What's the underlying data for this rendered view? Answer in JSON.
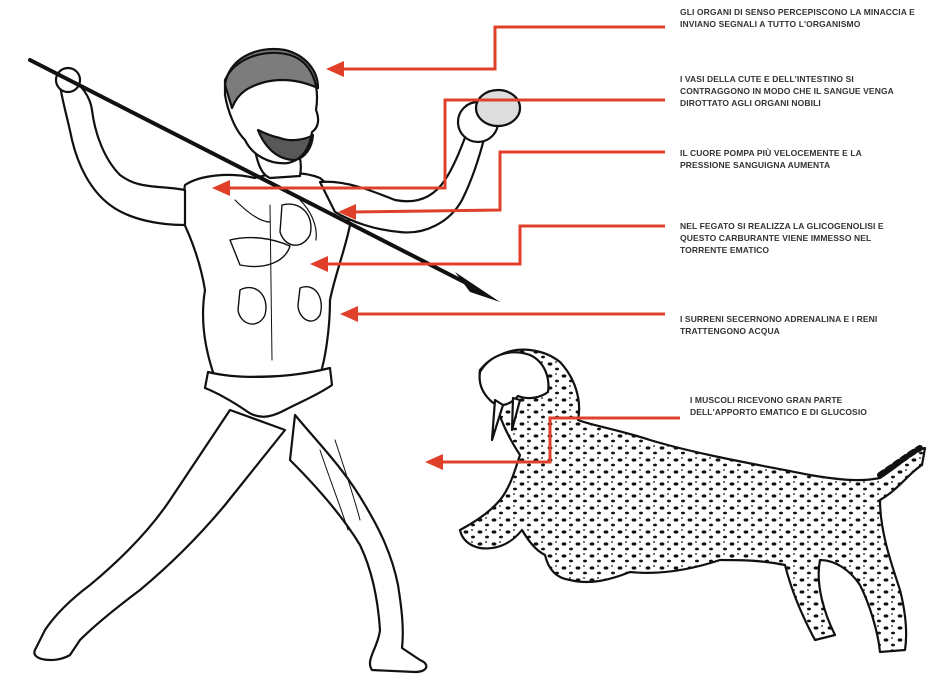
{
  "annotations": [
    {
      "id": "brain",
      "text": "Gli organi di senso percepiscono la minaccia e inviano segnali a tutto l'organismo"
    },
    {
      "id": "vessels",
      "text": "I vasi della cute e dell'intestino si contraggono in modo che il sangue venga dirottato agli organi nobili"
    },
    {
      "id": "heart",
      "text": "Il cuore pompa più velocemente e la pressione sanguigna aumenta"
    },
    {
      "id": "liver",
      "text": "Nel fegato si realizza la glicogenolisi e questo carburante viene immesso nel torrente ematico"
    },
    {
      "id": "kidneys",
      "text": "I surreni secernono adrenalina e i reni trattengono acqua"
    },
    {
      "id": "muscles",
      "text": "I muscoli ricevono gran parte dell'apporto ematico e di glucosio"
    }
  ],
  "colors": {
    "arrow": "#e0402a",
    "ink": "#111111",
    "text": "#333333",
    "background": "#ffffff"
  },
  "illustrations": [
    "spear-hunter-figure",
    "sabre-tooth-cat-figure"
  ]
}
